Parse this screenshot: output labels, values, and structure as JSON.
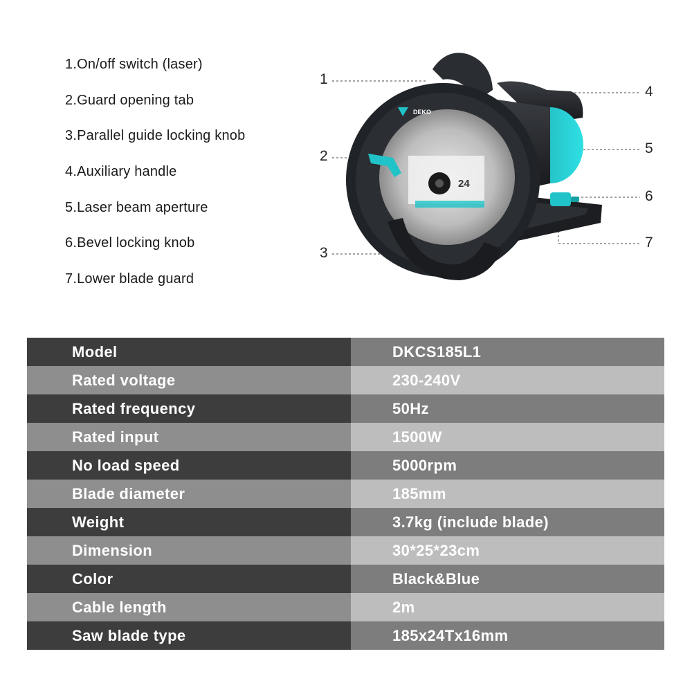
{
  "parts": [
    {
      "label": "1.On/off switch (laser)"
    },
    {
      "label": "2.Guard opening tab"
    },
    {
      "label": "3.Parallel guide locking knob"
    },
    {
      "label": "4.Auxiliary handle"
    },
    {
      "label": "5.Laser beam aperture"
    },
    {
      "label": "6.Bevel locking knob"
    },
    {
      "label": "7.Lower blade guard"
    }
  ],
  "callouts": [
    "1",
    "2",
    "3",
    "4",
    "5",
    "6",
    "7"
  ],
  "product": {
    "brand": "DEKO",
    "blade_tooth_count": "24",
    "colors": {
      "body": "#1f2226",
      "accent": "#1fc3c8"
    }
  },
  "specs": [
    {
      "label": "Model",
      "value": "DKCS185L1"
    },
    {
      "label": "Rated voltage",
      "value": "230-240V"
    },
    {
      "label": "Rated frequency",
      "value": "50Hz"
    },
    {
      "label": "Rated input",
      "value": "1500W"
    },
    {
      "label": "No load speed",
      "value": "5000rpm"
    },
    {
      "label": "Blade diameter",
      "value": "185mm"
    },
    {
      "label": "Weight",
      "value": "3.7kg (include blade)"
    },
    {
      "label": "Dimension",
      "value": "30*25*23cm"
    },
    {
      "label": "Color",
      "value": "Black&Blue"
    },
    {
      "label": "Cable length",
      "value": "2m"
    },
    {
      "label": "Saw blade type",
      "value": "185x24Tx16mm"
    }
  ]
}
